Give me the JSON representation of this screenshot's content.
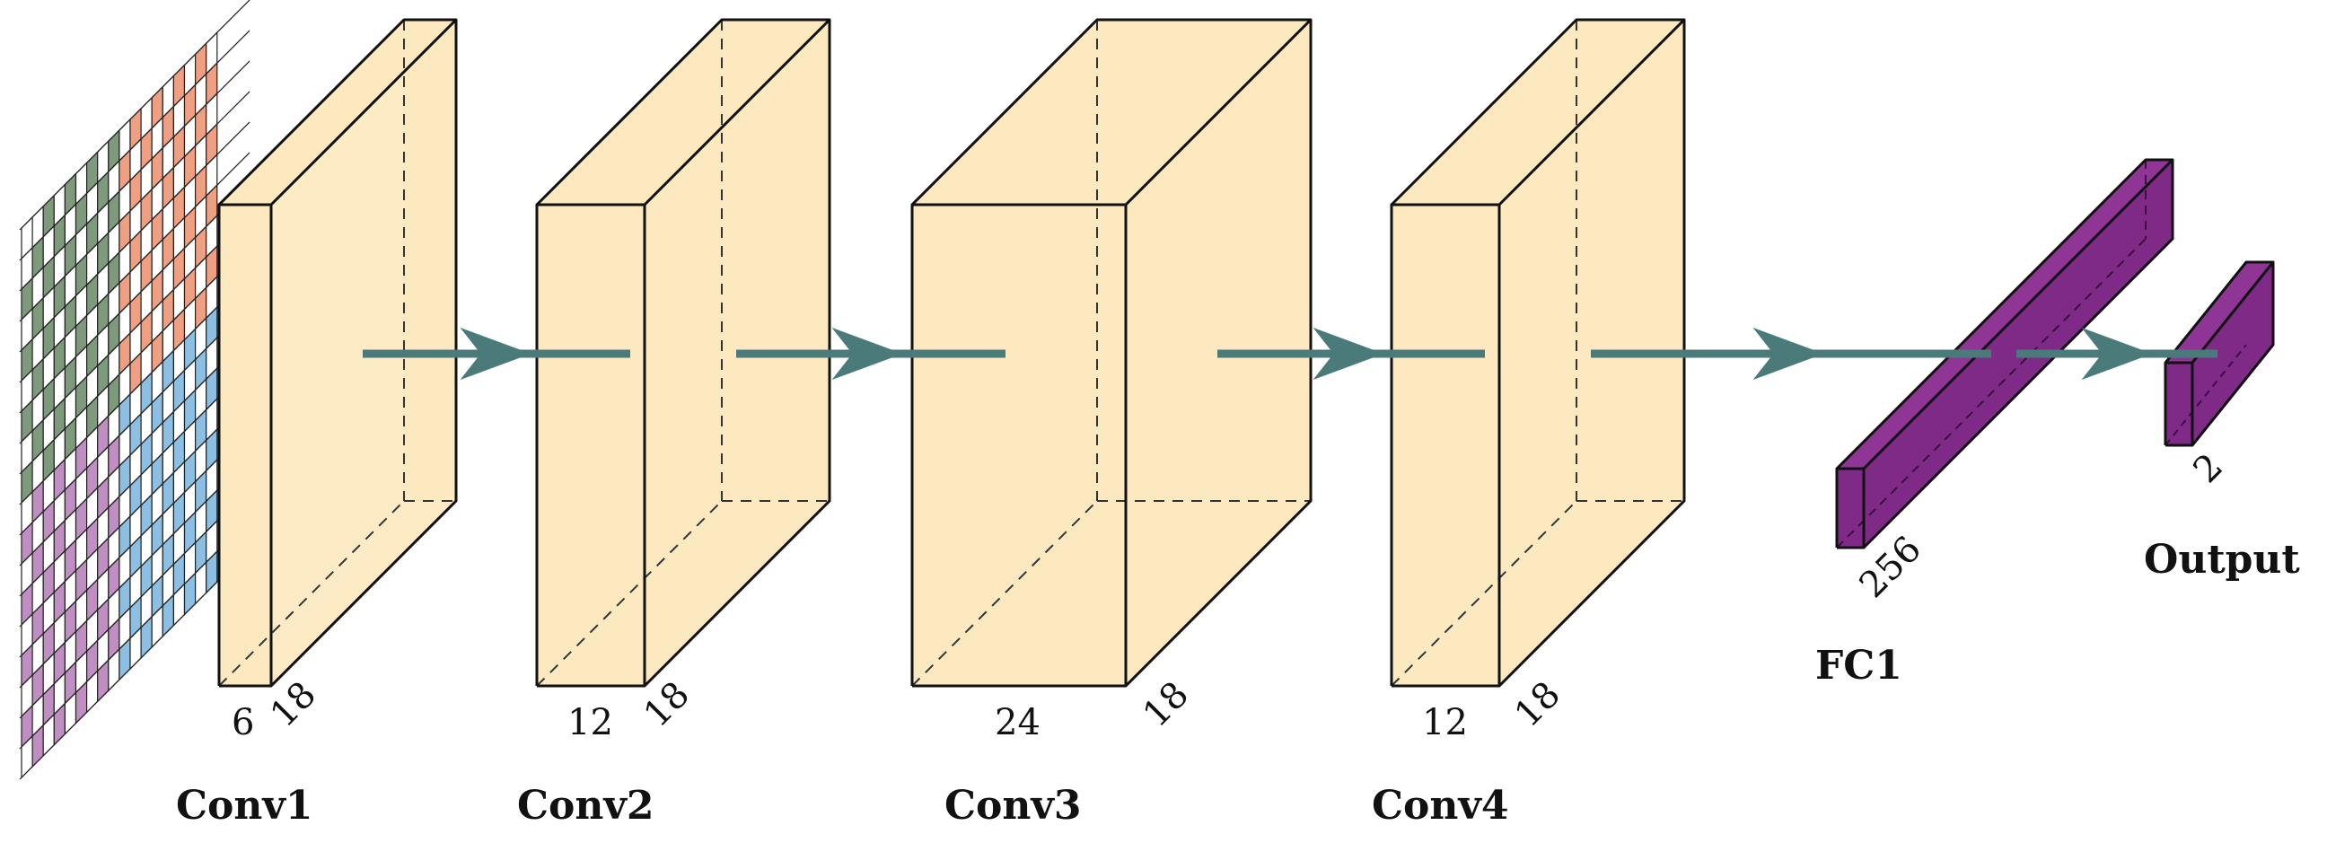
{
  "colors": {
    "conv_fill": "#fde9bf",
    "fc_fill": "#7e2a86",
    "arrow": "#4a7b7a",
    "grid_green": "#7d9b7a",
    "grid_orange": "#f0a082",
    "grid_purple": "#c18ec3",
    "grid_blue": "#8cbfe2"
  },
  "layers": [
    {
      "id": "conv1",
      "label": "Conv1",
      "depth_label": "6",
      "size_label": "18"
    },
    {
      "id": "conv2",
      "label": "Conv2",
      "depth_label": "12",
      "size_label": "18"
    },
    {
      "id": "conv3",
      "label": "Conv3",
      "depth_label": "24",
      "size_label": "18"
    },
    {
      "id": "conv4",
      "label": "Conv4",
      "depth_label": "12",
      "size_label": "18"
    },
    {
      "id": "fc1",
      "label": "FC1",
      "size_label": "256"
    },
    {
      "id": "output",
      "label": "Output",
      "size_label": "2"
    }
  ]
}
